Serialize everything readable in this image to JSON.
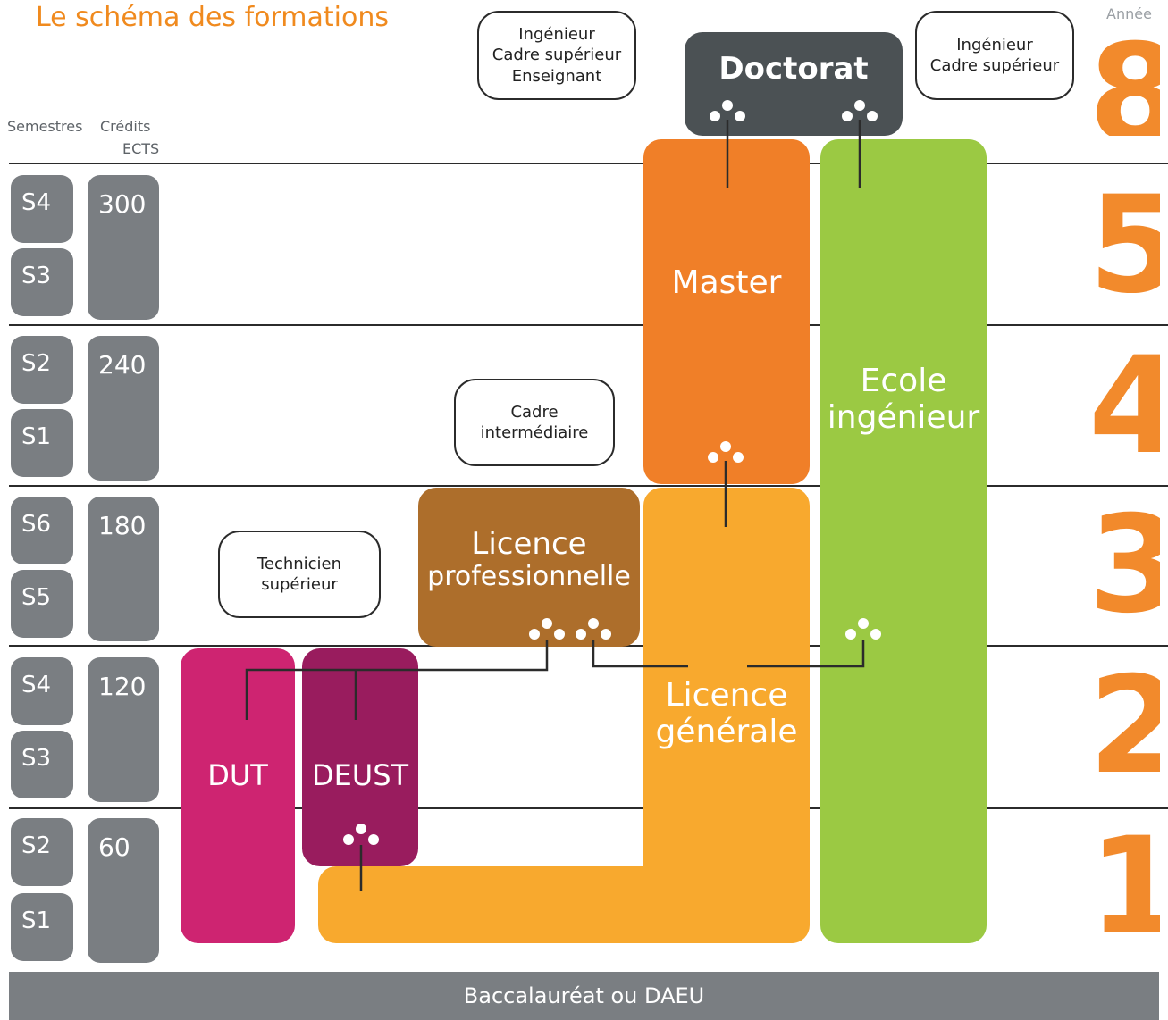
{
  "title": "Le schéma des formations",
  "headers": {
    "semestres": "Semestres",
    "credits": "Crédits",
    "ects": "ECTS",
    "annee": "Année"
  },
  "rows": [
    {
      "upper_sem": "S4",
      "lower_sem": "S3",
      "credits": "300",
      "year": "5"
    },
    {
      "upper_sem": "S2",
      "lower_sem": "S1",
      "credits": "240",
      "year": "4"
    },
    {
      "upper_sem": "S6",
      "lower_sem": "S5",
      "credits": "180",
      "year": "3"
    },
    {
      "upper_sem": "S4",
      "lower_sem": "S3",
      "credits": "120",
      "year": "2"
    },
    {
      "upper_sem": "S2",
      "lower_sem": "S1",
      "credits": "60",
      "year": "1"
    }
  ],
  "top_year": "8",
  "blocks": {
    "doctorat": "Doctorat",
    "master": "Master",
    "ecole_line1": "Ecole",
    "ecole_line2": "ingénieur",
    "licence_pro_line1": "Licence",
    "licence_pro_line2": "professionnelle",
    "licence_gen_line1": "Licence",
    "licence_gen_line2": "générale",
    "dut": "DUT",
    "deust": "DEUST"
  },
  "careers": {
    "left_doctorat": [
      "Ingénieur",
      "Cadre supérieur",
      "Enseignant"
    ],
    "right_doctorat": [
      "Ingénieur",
      "Cadre supérieur"
    ],
    "cadre_intermediaire": [
      "Cadre",
      "intermédiaire"
    ],
    "technicien": [
      "Technicien",
      "supérieur"
    ]
  },
  "base": "Baccalauréat ou DAEU",
  "colors": {
    "orange_title": "#f08a1e",
    "doctorat": "#4b5154",
    "master": "#f07f28",
    "licence_generale": "#f8a92e",
    "ecole_ingenieur": "#9bc943",
    "licence_pro": "#ad6e2b",
    "dut": "#ce2471",
    "deust": "#991c5e",
    "grey": "#7a7e82"
  }
}
